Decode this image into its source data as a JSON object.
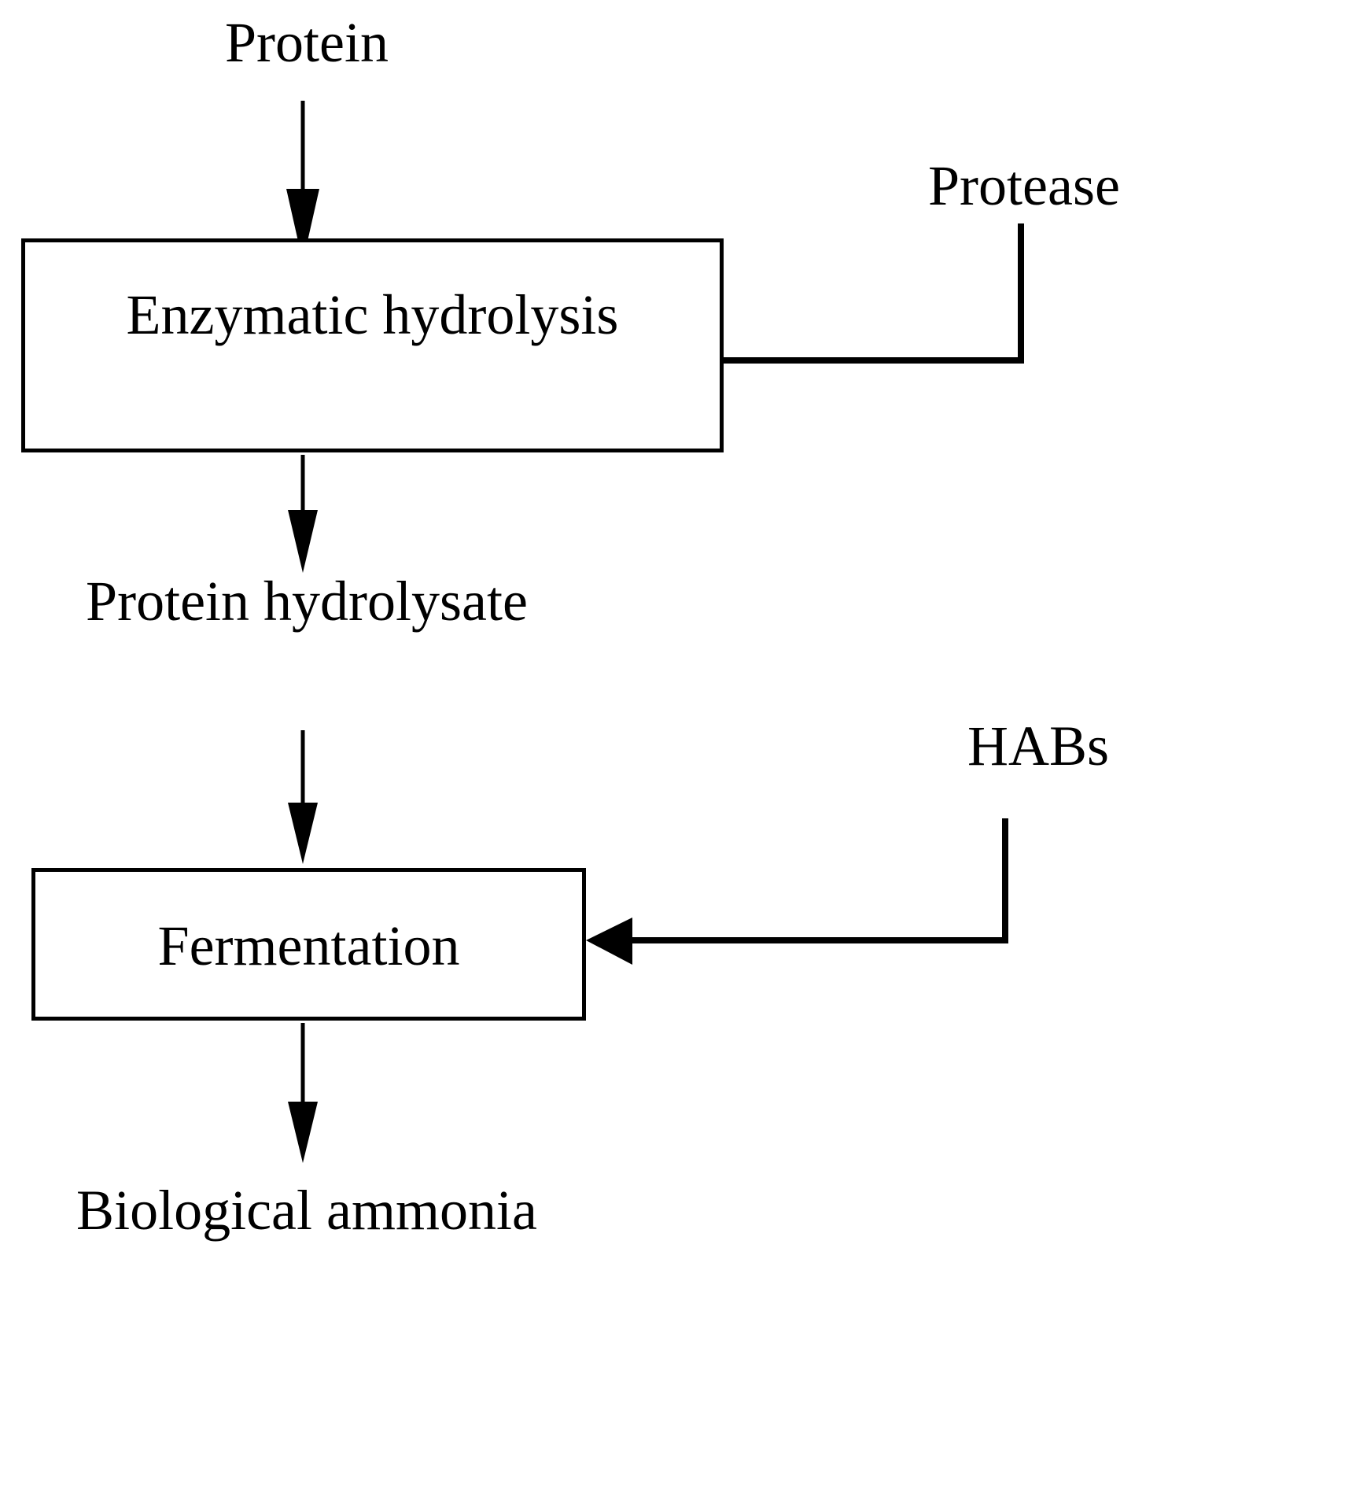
{
  "diagram": {
    "title": "Biological ammonia production process flow",
    "orientation": "top-to-bottom",
    "background_color": "#ffffff",
    "line_color": "#000000",
    "text_color": "#000000",
    "nodes": [
      {
        "id": "protein",
        "label": "Protein",
        "shape": "text"
      },
      {
        "id": "enzymatic_hydrolysis",
        "label": "Enzymatic hydrolysis",
        "shape": "rectangle"
      },
      {
        "id": "protease",
        "label": "Protease",
        "shape": "text"
      },
      {
        "id": "protein_hydrolysate",
        "label": "Protein hydrolysate",
        "shape": "text"
      },
      {
        "id": "habs",
        "label": "HABs",
        "shape": "text"
      },
      {
        "id": "fermentation",
        "label": "Fermentation",
        "shape": "rectangle"
      },
      {
        "id": "biological_ammonia",
        "label": "Biological ammonia",
        "shape": "text"
      }
    ],
    "edges": [
      {
        "from": "protein",
        "to": "enzymatic_hydrolysis",
        "style": "straight-down",
        "label": ""
      },
      {
        "from": "protease",
        "to": "enzymatic_hydrolysis",
        "style": "elbow-left",
        "label": ""
      },
      {
        "from": "enzymatic_hydrolysis",
        "to": "protein_hydrolysate",
        "style": "straight-down",
        "label": ""
      },
      {
        "from": "protein_hydrolysate",
        "to": "fermentation",
        "style": "straight-down",
        "label": ""
      },
      {
        "from": "habs",
        "to": "fermentation",
        "style": "elbow-left",
        "label": ""
      },
      {
        "from": "fermentation",
        "to": "biological_ammonia",
        "style": "straight-down",
        "label": ""
      }
    ]
  },
  "labels": {
    "protein": "Protein",
    "protease": "Protease",
    "enzymatic_hydrolysis": "Enzymatic hydrolysis",
    "protein_hydrolysate": "Protein hydrolysate",
    "habs": "HABs",
    "fermentation": "Fermentation",
    "biological_ammonia": "Biological ammonia"
  }
}
